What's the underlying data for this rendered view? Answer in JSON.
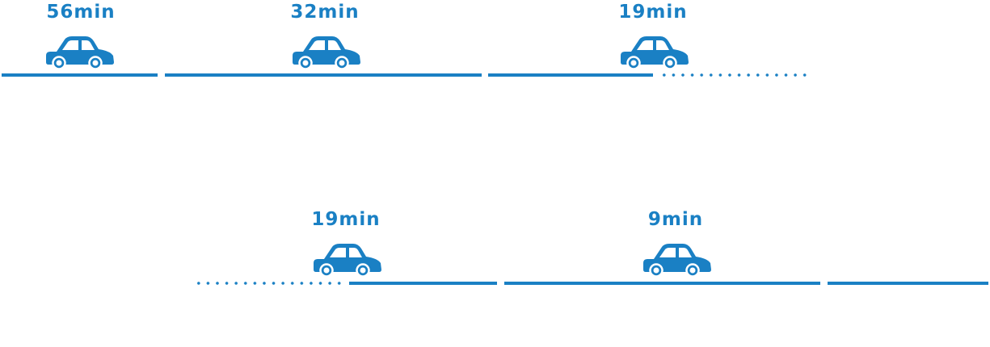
{
  "color": "#1a80c4",
  "row1": {
    "legs": [
      {
        "duration": "56min",
        "icon": "car-icon"
      },
      {
        "duration": "32min",
        "icon": "car-icon"
      },
      {
        "duration": "19min",
        "icon": "car-icon"
      }
    ]
  },
  "row2": {
    "legs": [
      {
        "duration": "19min",
        "icon": "car-icon"
      },
      {
        "duration": "9min",
        "icon": "car-icon"
      }
    ]
  }
}
